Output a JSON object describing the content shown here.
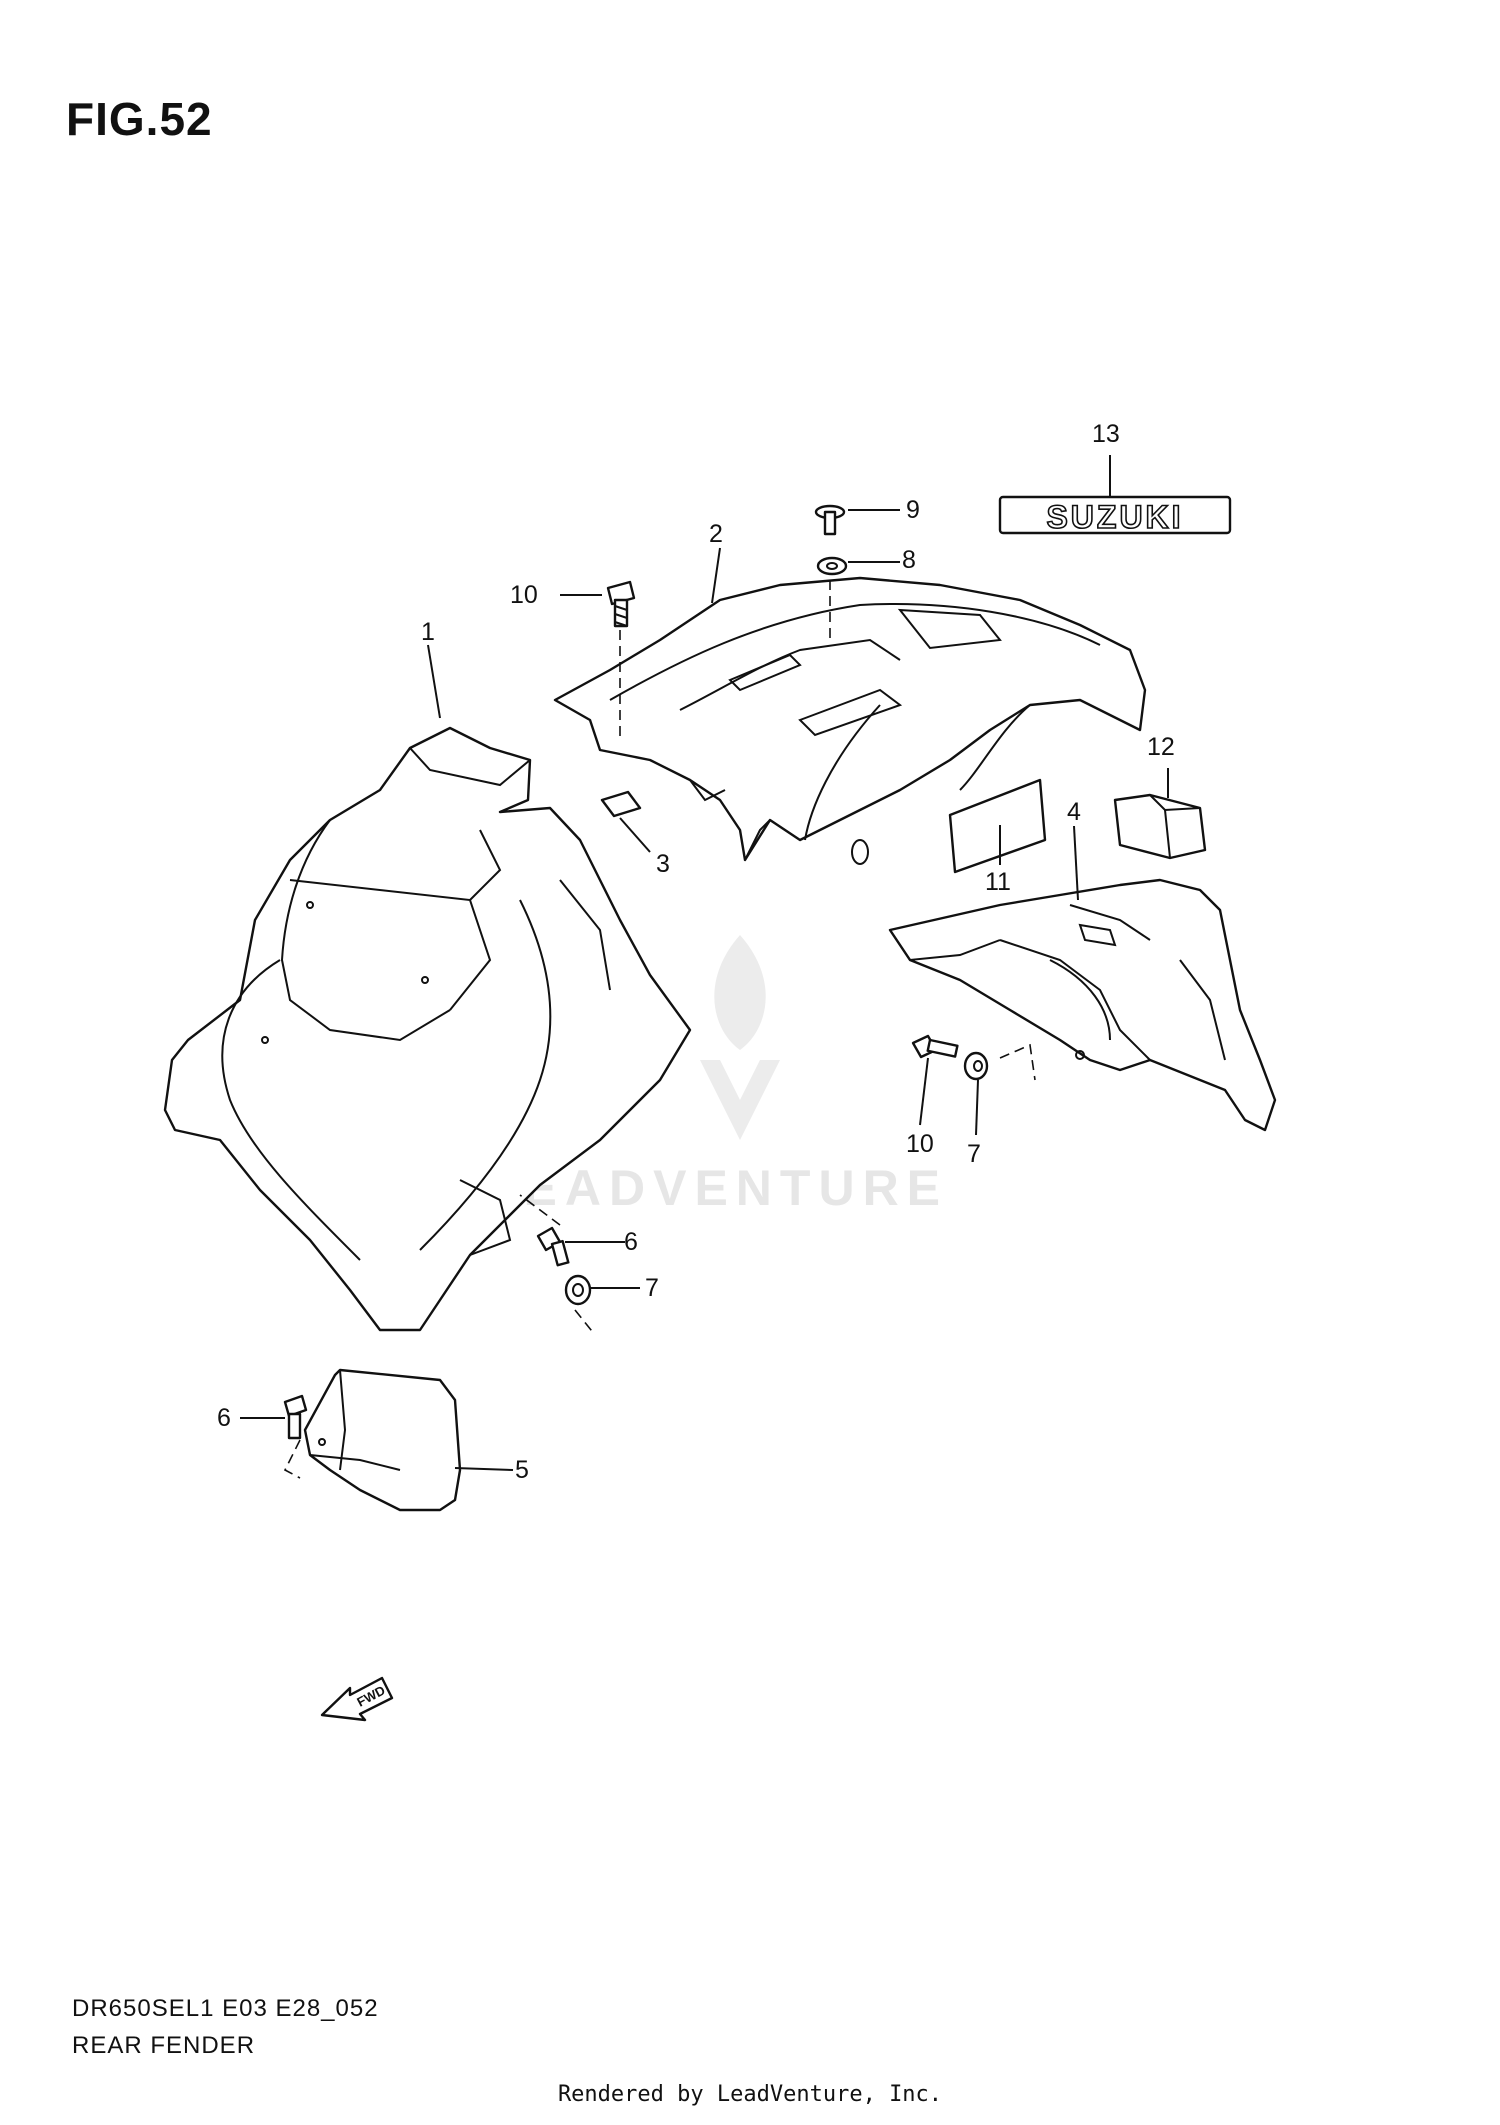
{
  "figure": {
    "title": "FIG.52",
    "model_code": "DR650SEL1 E03 E28_052",
    "name": "REAR FENDER"
  },
  "callouts": {
    "c1": "1",
    "c2": "2",
    "c3": "3",
    "c4": "4",
    "c5": "5",
    "c6a": "6",
    "c6b": "6",
    "c7a": "7",
    "c7b": "7",
    "c8": "8",
    "c9": "9",
    "c10a": "10",
    "c10b": "10",
    "c11": "11",
    "c12": "12",
    "c13": "13"
  },
  "emblem_text": "SUZUKI",
  "fwd_label": "FWD",
  "watermark_text": "LEADVENTURE",
  "footer": "Rendered by LeadVenture, Inc."
}
